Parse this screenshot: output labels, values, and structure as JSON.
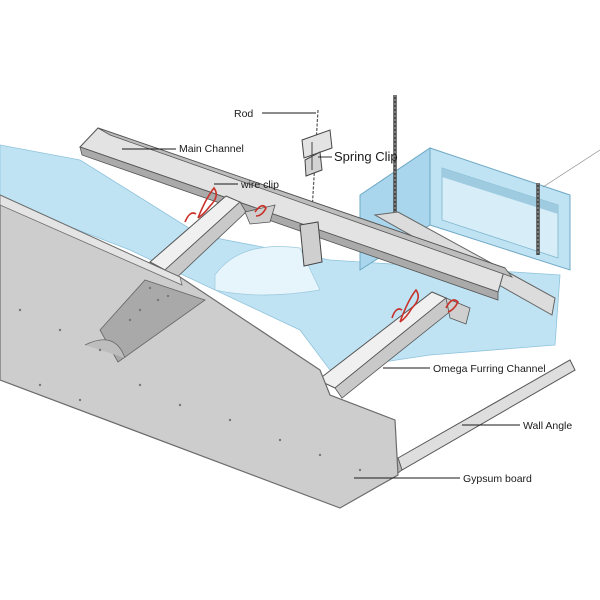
{
  "labels": {
    "rod": "Rod",
    "main_channel": "Main Channel",
    "spring_clip": "Spring Clip",
    "wire_clip": "wire clip",
    "omega_furring_channel": "Omega Furring Channel",
    "wall_angle": "Wall Angle",
    "gypsum_board": "Gypsum board"
  },
  "colors": {
    "background": "#ffffff",
    "slab_blue": "#bfe3f3",
    "gypsum_board": "#cdcdcd",
    "channel_metal": "#d9d9d9",
    "wire_clip": "#c8322b",
    "line": "#1a1a1a"
  }
}
